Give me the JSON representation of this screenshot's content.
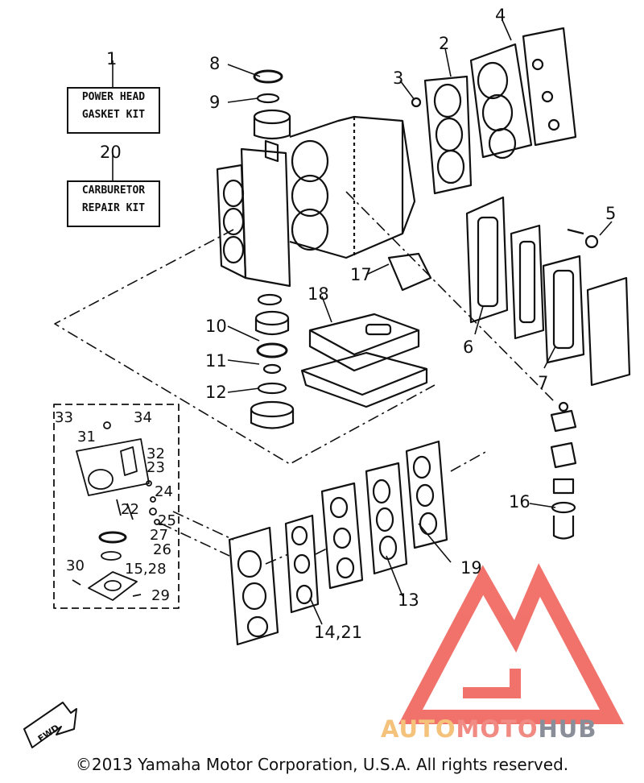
{
  "kits": [
    {
      "number": "1",
      "line1": "POWER HEAD",
      "line2": "GASKET KIT"
    },
    {
      "number": "20",
      "line1": "CARBURETOR",
      "line2": "REPAIR KIT"
    }
  ],
  "part_numbers": [
    "2",
    "3",
    "4",
    "5",
    "6",
    "7",
    "8",
    "9",
    "10",
    "11",
    "12",
    "13",
    "14,21",
    "15,28",
    "16",
    "17",
    "18",
    "19",
    "22",
    "23",
    "24",
    "25",
    "26",
    "27",
    "29",
    "30",
    "31",
    "32",
    "33",
    "34"
  ],
  "fwd_label": "FWD",
  "watermark": {
    "part1": "AUTO",
    "part2": "MOTO",
    "part3": "HUB"
  },
  "copyright": "©2013 Yamaha Motor Corporation, U.S.A. All rights reserved.",
  "colors": {
    "line": "#111111",
    "logo_red": "#ee5a52",
    "logo_yellow": "#f4c27a",
    "logo_grey": "#8a8e99"
  }
}
